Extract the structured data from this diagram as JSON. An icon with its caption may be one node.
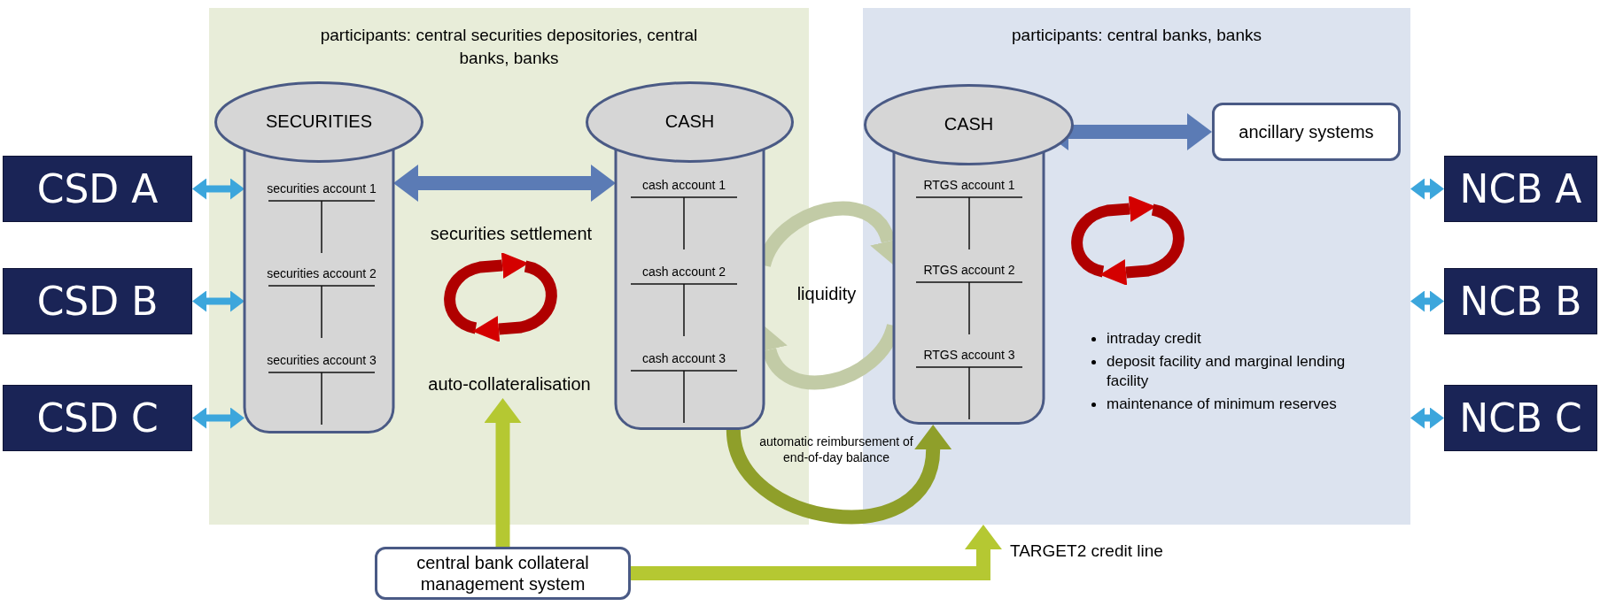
{
  "diagram": {
    "nodes": [
      {
        "text": [
          "participants: central securities depositories, central banks, banks"
        ]
      },
      {
        "text": [
          "participants: central banks, banks"
        ]
      },
      {
        "text": [
          "SECURITIES"
        ],
        "in": 0
      },
      {
        "text": [
          "securities account 1"
        ],
        "in": 2
      },
      {
        "text": [
          "securities account 2"
        ],
        "in": 2
      },
      {
        "text": [
          "securities account 3"
        ],
        "in": 2
      },
      {
        "text": [
          "CASH"
        ],
        "in": 0
      },
      {
        "text": [
          "cash account 1"
        ],
        "in": 6
      },
      {
        "text": [
          "cash account 2"
        ],
        "in": 6
      },
      {
        "text": [
          "cash account 3"
        ],
        "in": 6
      },
      {
        "text": [
          "CASH"
        ],
        "in": 1
      },
      {
        "text": [
          "RTGS account 1"
        ],
        "in": 10
      },
      {
        "text": [
          "RTGS account 2"
        ],
        "in": 10
      },
      {
        "text": [
          "RTGS account 3"
        ],
        "in": 10
      },
      {
        "text": [
          "ancillary systems"
        ],
        "in": 1
      },
      {
        "text": [
          "CSD A"
        ]
      },
      {
        "text": [
          "CSD B"
        ]
      },
      {
        "text": [
          "CSD C"
        ]
      },
      {
        "text": [
          "NCB A"
        ]
      },
      {
        "text": [
          "NCB B"
        ]
      },
      {
        "text": [
          "NCB C"
        ]
      },
      {
        "text": [
          "central bank collateral management system"
        ]
      },
      {
        "text": [
          "auto-collateralisation"
        ],
        "in": 0
      }
    ],
    "edges": [
      {
        "from": 15,
        "to": 2,
        "arrow": "both"
      },
      {
        "from": 16,
        "to": 2,
        "arrow": "both"
      },
      {
        "from": 17,
        "to": 2,
        "arrow": "both"
      },
      {
        "from": 2,
        "to": 6,
        "arrow": "both",
        "color": "#5b7bb5"
      },
      {
        "from": 10,
        "to": 14,
        "arrow": "both",
        "color": "#5b7bb5"
      },
      {
        "from": 18,
        "to": 1,
        "arrow": "both"
      },
      {
        "from": 19,
        "to": 1,
        "arrow": "both"
      },
      {
        "from": 20,
        "to": 1,
        "arrow": "both"
      },
      {
        "from": 21,
        "to": 22,
        "arrow": "to",
        "color": "#b5c832"
      },
      {
        "from": 21,
        "to": 1,
        "arrow": "to",
        "label": "TARGET2 credit line",
        "color": "#b5c832"
      },
      {
        "from": 6,
        "to": 10,
        "arrow": "to",
        "label": "automatic reimbursement of end-of-day balance",
        "color": "#8f9f2a"
      },
      {
        "from": 6,
        "to": 10,
        "arrow": "to",
        "color": "#c2cba6"
      },
      {
        "from": 10,
        "to": 6,
        "arrow": "to",
        "color": "#c2cba6"
      }
    ],
    "labels": [
      "securities settlement",
      "liquidity",
      "intraday credit",
      "deposit facility and marginal lending facility",
      "maintenance of minimum reserves"
    ]
  }
}
